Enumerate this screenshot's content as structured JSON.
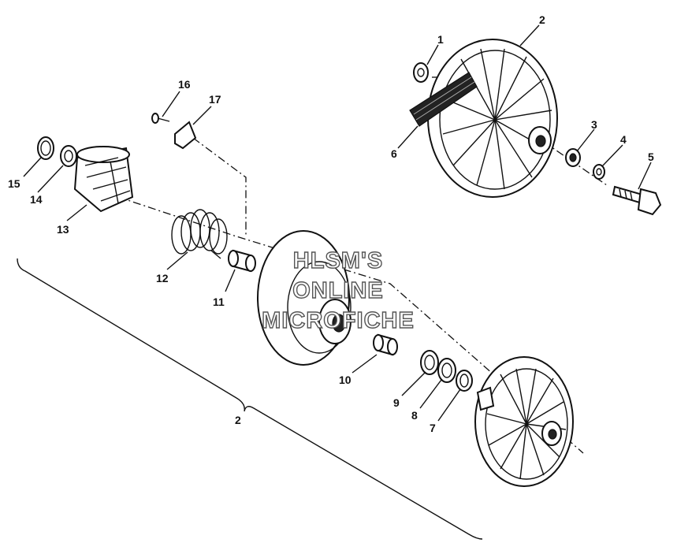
{
  "watermark": {
    "line1": "HLSM'S",
    "line2": "ONLINE",
    "line3": "MICROFICHE"
  },
  "callouts": [
    {
      "id": "1",
      "label": "1"
    },
    {
      "id": "2",
      "label": "2"
    },
    {
      "id": "3",
      "label": "3"
    },
    {
      "id": "4",
      "label": "4"
    },
    {
      "id": "5",
      "label": "5"
    },
    {
      "id": "6",
      "label": "6"
    },
    {
      "id": "7",
      "label": "7"
    },
    {
      "id": "8",
      "label": "8"
    },
    {
      "id": "9",
      "label": "9"
    },
    {
      "id": "10",
      "label": "10"
    },
    {
      "id": "11",
      "label": "11"
    },
    {
      "id": "12",
      "label": "12"
    },
    {
      "id": "13",
      "label": "13"
    },
    {
      "id": "14",
      "label": "14"
    },
    {
      "id": "15",
      "label": "15"
    },
    {
      "id": "16",
      "label": "16"
    },
    {
      "id": "17",
      "label": "17"
    },
    {
      "id": "2b",
      "label": "2"
    }
  ]
}
